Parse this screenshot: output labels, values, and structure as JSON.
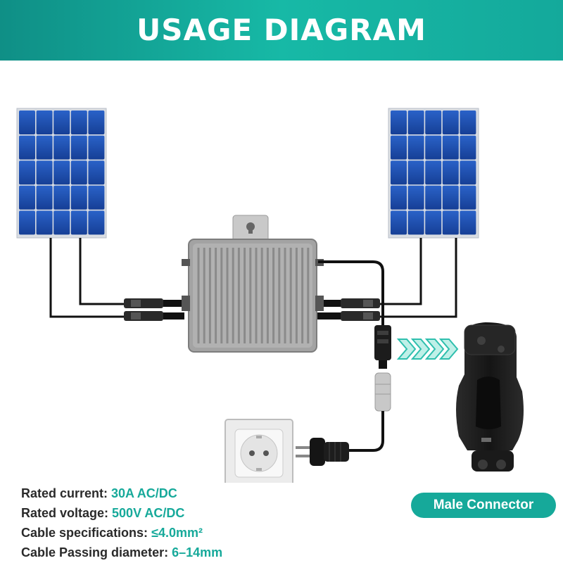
{
  "header": {
    "title": "USAGE DIAGRAM"
  },
  "specs": [
    {
      "label": "Rated current: ",
      "value": "30A AC/DC"
    },
    {
      "label": "Rated voltage: ",
      "value": "500V AC/DC"
    },
    {
      "label": "Cable specifications: ",
      "value": "≤4.0mm²"
    },
    {
      "label": "Cable Passing diameter: ",
      "value": "6–14mm"
    }
  ],
  "connector_label": "Male Connector",
  "colors": {
    "accent": "#16a99a",
    "panel": "#1f4fb0",
    "inverter": "#9b9b9b",
    "cable": "#111111"
  },
  "icons": {
    "left_panel": "solar-panel-icon",
    "right_panel": "solar-panel-icon",
    "inverter": "micro-inverter-icon",
    "socket": "wall-socket-icon",
    "plug": "schuko-plug-icon",
    "connector": "male-connector-icon",
    "arrows": "chevron-right-icon"
  }
}
